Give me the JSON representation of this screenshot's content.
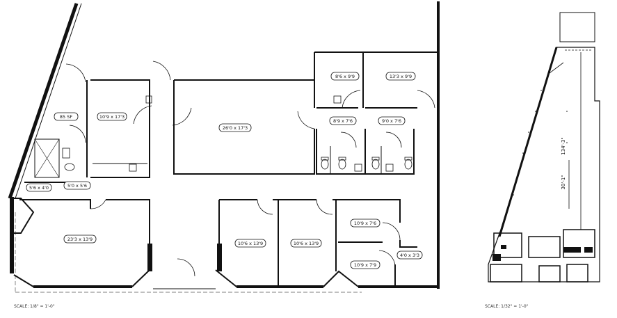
{
  "plan_main": {
    "rooms": [
      {
        "id": "r1",
        "label": "85 SF"
      },
      {
        "id": "r2",
        "label": "10'9 x 17'3"
      },
      {
        "id": "r3",
        "label": "26'0 x 17'3"
      },
      {
        "id": "r4",
        "label": "8'6 x 9'9"
      },
      {
        "id": "r5",
        "label": "13'3 x 9'9"
      },
      {
        "id": "r6",
        "label": "8'9 x 7'6"
      },
      {
        "id": "r7",
        "label": "9'0 x 7'6"
      },
      {
        "id": "r8",
        "label": "5'6 x 4'0"
      },
      {
        "id": "r9",
        "label": "5'0 x 5'6"
      },
      {
        "id": "r10",
        "label": "23'3 x 13'9"
      },
      {
        "id": "r11",
        "label": "10'6 x 13'9"
      },
      {
        "id": "r12",
        "label": "10'6 x 13'9"
      },
      {
        "id": "r13",
        "label": "10'9 x 7'6"
      },
      {
        "id": "r14",
        "label": "10'9 x 7'9"
      },
      {
        "id": "r15",
        "label": "4'0 x 3'3"
      }
    ],
    "scale": "SCALE: 1/8\" = 1'-0\""
  },
  "plan_key": {
    "dim_long": "134'-3\"",
    "dim_short": "30'-1\"",
    "scale": "SCALE: 1/32\" = 1'-0\""
  }
}
